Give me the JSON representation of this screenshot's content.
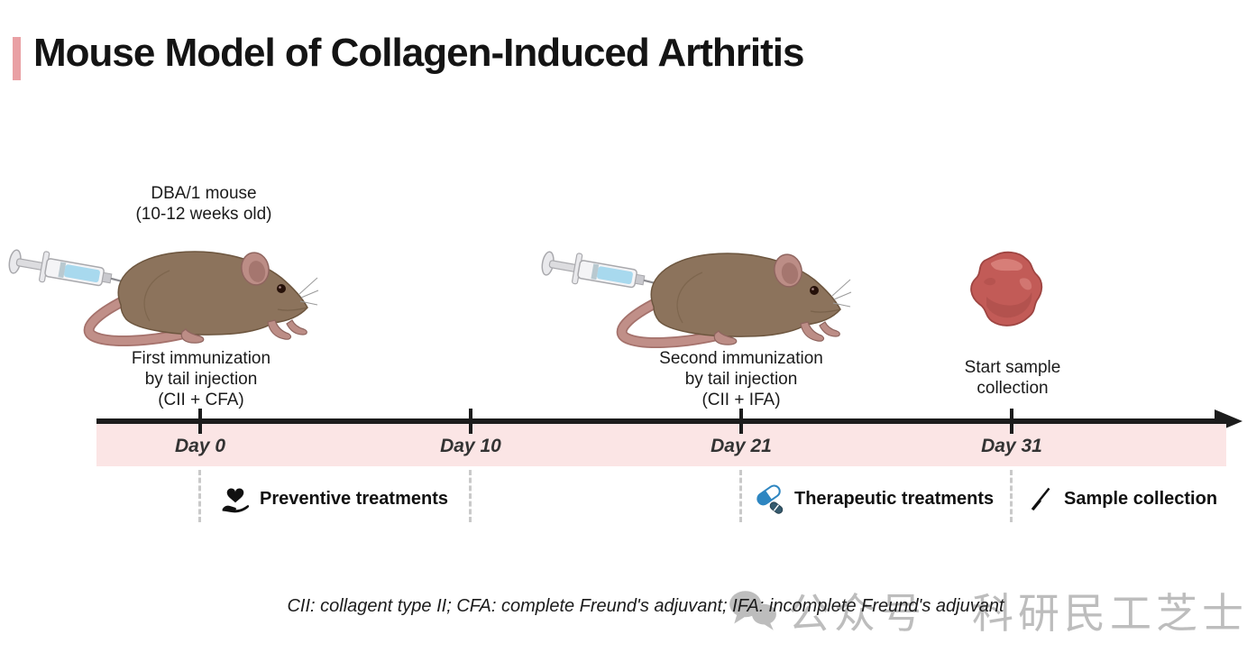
{
  "title": "Mouse Model of Collagen-Induced Arthritis",
  "mouse_caption": {
    "line1": "DBA/1 mouse",
    "line2": "(10-12 weeks old)"
  },
  "events": {
    "first_immunization": {
      "line1": "First immunization",
      "line2": "by tail injection",
      "line3": "(CII + CFA)"
    },
    "second_immunization": {
      "line1": "Second immunization",
      "line2": "by tail injection",
      "line3": "(CII + IFA)"
    },
    "sample_collection": {
      "line1": "Start sample",
      "line2": "collection"
    }
  },
  "timeline": {
    "days": [
      {
        "label": "Day 0"
      },
      {
        "label": "Day 10"
      },
      {
        "label": "Day 21"
      },
      {
        "label": "Day 31"
      }
    ]
  },
  "legend": {
    "preventive": {
      "icon": "heart-in-hand-icon",
      "label": "Preventive treatments"
    },
    "therapeutic": {
      "icon": "capsule-icon",
      "label": "Therapeutic treatments"
    },
    "sample": {
      "icon": "scalpel-icon",
      "label": "Sample collection"
    }
  },
  "footnote": "CII: collagent type II; CFA: complete Freund's adjuvant; IFA: incomplete Freund's adjuvant",
  "watermark": {
    "icon": "wechat-icon",
    "text": "公众号　科研民工芝士草莓"
  },
  "colors": {
    "accent_bar": "#e9a0a4",
    "timeline_band": "#fbe5e5",
    "capsule_blue": "#2e86c1",
    "sample_red": "#c25b57",
    "mouse_brown": "#8c735c"
  }
}
